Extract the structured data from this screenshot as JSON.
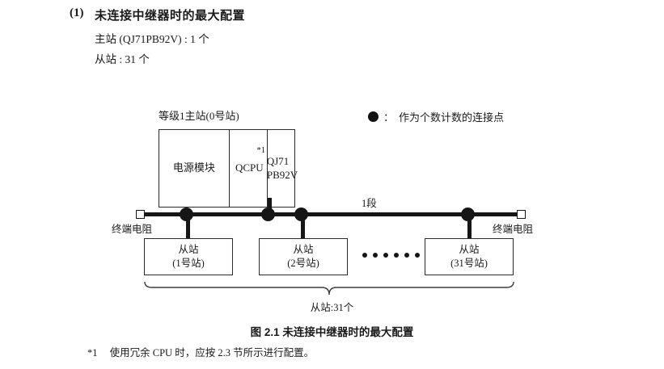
{
  "heading": {
    "number": "(1)",
    "title": "未连接中继器时的最大配置",
    "spec_master": "主站 (QJ71PB92V) : 1 个",
    "spec_slave": "从站 : 31 个"
  },
  "legend": {
    "symbol": "dot-filled-icon",
    "separator": "：",
    "text": "作为个数计数的连接点"
  },
  "diagram": {
    "master_caption": "等级1主站(0号站)",
    "master_module": {
      "power_supply": "电源模块",
      "cpu": "QCPU",
      "cpu_note": "*1",
      "network_line1": "QJ71",
      "network_line2": "PB92V"
    },
    "segment_label": "1段",
    "terminator_left": "终端电阻",
    "terminator_right": "终端电阻",
    "slaves": [
      {
        "name": "从站",
        "station": "(1号站)"
      },
      {
        "name": "从站",
        "station": "(2号站)"
      },
      {
        "name": "从站",
        "station": "(31号站)"
      }
    ],
    "ellipsis_count": 6,
    "brace_total": "从站:31个"
  },
  "caption": "图 2.1  未连接中继器时的最大配置",
  "footnote": {
    "mark": "*1",
    "text": "使用冗余 CPU 时，应按 2.3 节所示进行配置。"
  },
  "colors": {
    "ink": "#1a1a1a",
    "line": "#161616",
    "box_border": "#2b2b2b",
    "page": "#ffffff"
  }
}
